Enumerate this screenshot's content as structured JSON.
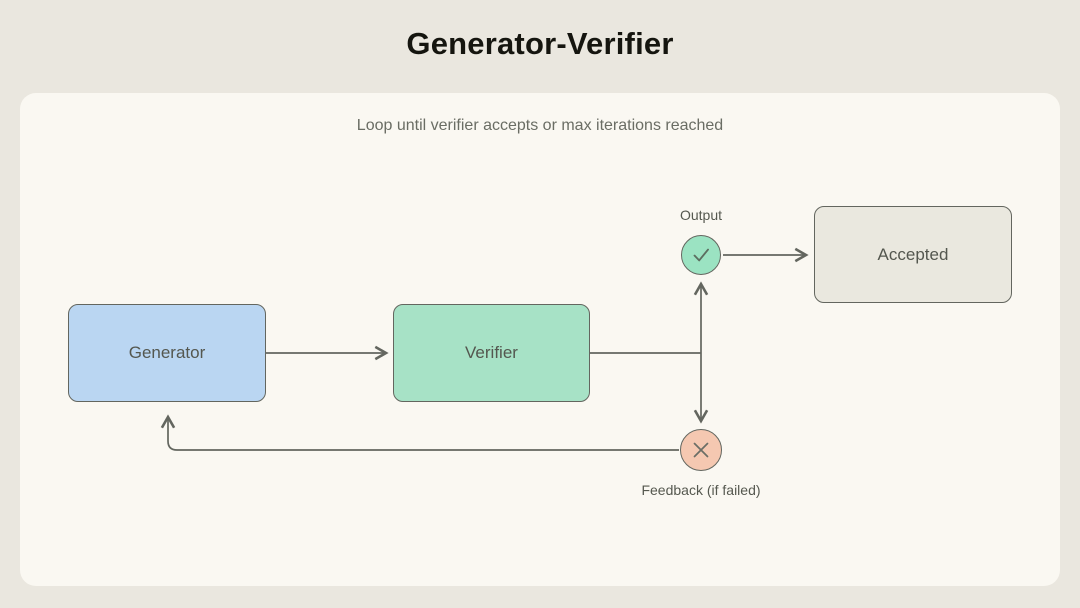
{
  "title": "Generator-Verifier",
  "panel": {
    "subtitle": "Loop until verifier accepts or max iterations reached"
  },
  "nodes": {
    "generator": {
      "label": "Generator"
    },
    "verifier": {
      "label": "Verifier"
    },
    "accepted": {
      "label": "Accepted"
    }
  },
  "annotations": {
    "output_label": "Output",
    "feedback_label": "Feedback (if failed)"
  },
  "icons": {
    "check": "check-icon",
    "cross": "x-icon"
  },
  "colors": {
    "background": "#EAE7DF",
    "panel": "#FAF8F2",
    "generator_fill": "#BAD6F2",
    "verifier_fill": "#A7E2C6",
    "accepted_fill": "#EAE8DF",
    "check_circle_fill": "#9BE3C2",
    "x_circle_fill": "#F5C8B1",
    "stroke": "#63665F",
    "title_text": "#15150F",
    "body_text": "#54574F"
  }
}
